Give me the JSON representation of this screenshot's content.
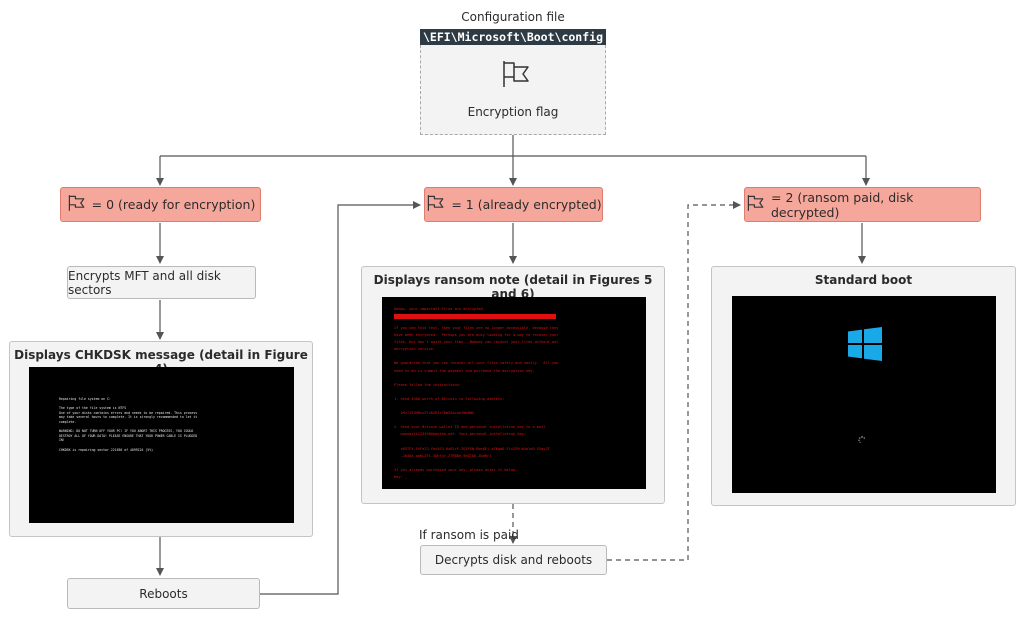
{
  "config": {
    "title": "Configuration file",
    "path": "\\EFI\\Microsoft\\Boot\\config",
    "flag_label": "Encryption flag"
  },
  "states": [
    {
      "label": "= 0 (ready for encryption)"
    },
    {
      "label": "= 1 (already encrypted)"
    },
    {
      "label": "= 2 (ransom paid, disk decrypted)"
    }
  ],
  "steps": {
    "encrypt_mft": "Encrypts MFT and all disk sectors",
    "chkdsk_title": "Displays CHKDSK message (detail in Figure 4)",
    "reboots": "Reboots",
    "ransom_title": "Displays ransom note (detail in Figures 5 and 6)",
    "if_paid": "If ransom is paid",
    "decrypts": "Decrypts disk and reboots",
    "standard_boot": "Standard boot"
  },
  "chkdsk_screen": [
    "Repairing file system on C:",
    "",
    "The type of the file system is NTFS",
    "One of your disks contains errors and needs to be repaired. This process",
    "may take several hours to complete. It is strongly recommended to let it",
    "complete.",
    "",
    "WARNING: DO NOT TURN OFF YOUR PC! IF YOU ABORT THIS PROCESS, YOU COULD",
    "DESTROY ALL OF YOUR DATA! PLEASE ENSURE THAT YOUR POWER CABLE IS PLUGGED",
    "IN!",
    "",
    "CHKDSK is repairing sector 221656 of 4099224 (5%)"
  ],
  "ransom_screen": {
    "header": "Ooops, your important files are encrypted.",
    "body": [
      "If you see this text, then your files are no longer accessible, because they",
      "have been encrypted.  Perhaps you are busy looking for a way to recover your",
      "files, but don't waste your time.  Nobody can recover your files without our",
      "decryption service.",
      "",
      "We guarantee that you can recover all your files safely and easily.  All you",
      "need to do is submit the payment and purchase the decryption key.",
      "",
      "Please follow the instructions:",
      "",
      "1. Send $300 worth of Bitcoin to following address:",
      "",
      "   1Mz7153HMuxXTuR2R1t78mGSdzaAtNbBWX",
      "",
      "2. Send your Bitcoin wallet ID and personal installation key to e-mail",
      "   wowsmith123456@posteo.net. Your personal installation key:",
      "",
      "   zBGTF4-5VFa23-Ybs5S3-RuB1rF-ZQ3PGN-Rbe8Ej-eZKqqD-FLnZGM-W4b1oR-SXqy3T",
      "   -Jb4Ka-pqKLZF1-4Uhf4r-Z7M8Be-9dGT8Q-ZbdHr1",
      "",
      "If you already purchased your key, please enter it below.",
      "Key: _"
    ]
  },
  "colors": {
    "flag_fill": "#f6a79b",
    "flag_border": "#e07c6e",
    "ransom_text": "#e01010",
    "windows_blue": "#19a8e8"
  },
  "icons": [
    "flag-icon",
    "windows-logo-icon",
    "loading-spinner-icon"
  ]
}
